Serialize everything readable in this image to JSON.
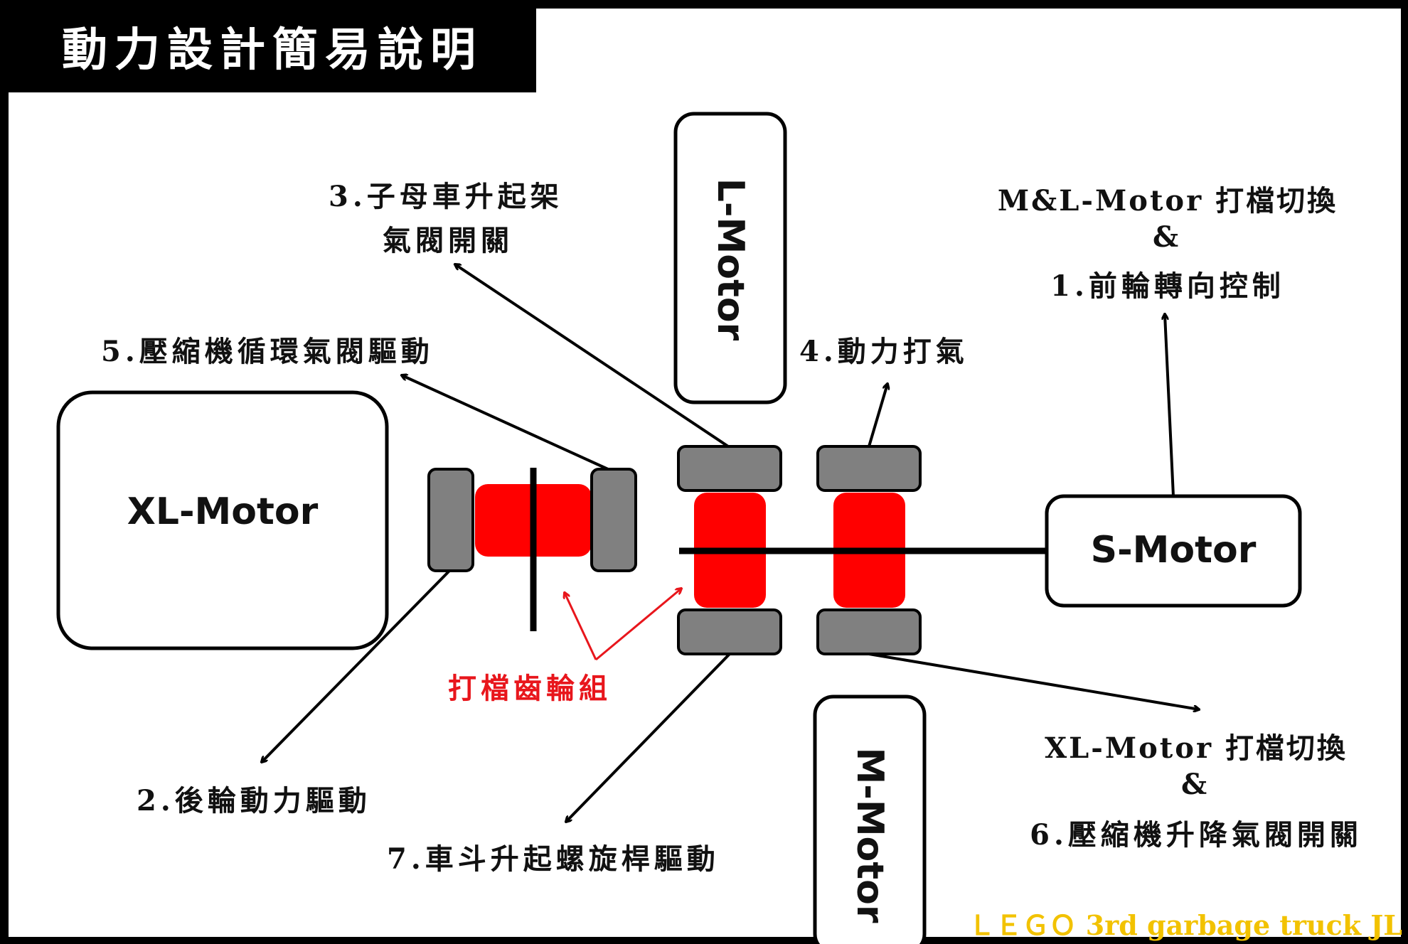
{
  "title": "動力設計簡易說明",
  "motors": {
    "xl": "XL-Motor",
    "l": "L-Motor",
    "m": "M-Motor",
    "s": "S-Motor"
  },
  "labels": {
    "func3_line1": "3.子母車升起架",
    "func3_line2": "氣閥開關",
    "func5": "5.壓縮機循環氣閥驅動",
    "func4": "4.動力打氣",
    "top_right_line1": "M&L-Motor 打檔切換",
    "top_right_line2": "&",
    "top_right_line3": "1.前輪轉向控制",
    "func2": "2.後輪動力驅動",
    "func7": "7.車斗升起螺旋桿驅動",
    "gear_group": "打檔齒輪組",
    "bottom_right_line1": "XL-Motor 打檔切換",
    "bottom_right_line2": "&",
    "bottom_right_line3": "6.壓縮機升降氣閥開關"
  },
  "watermark": "ＬＥＧＯ 3rd garbage truck JL",
  "colors": {
    "gear_red": "#ff0000",
    "wheel_gray": "#808080",
    "arrow_red": "#e8161c",
    "watermark_yellow": "#f2c200"
  }
}
